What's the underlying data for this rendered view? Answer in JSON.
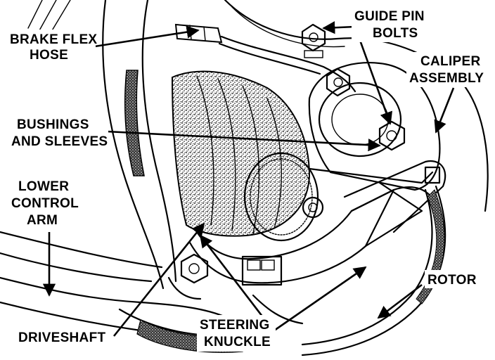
{
  "figure": {
    "labels": {
      "brake_flex_hose": [
        "BRAKE FLEX",
        "HOSE"
      ],
      "bushings_sleeves": [
        "BUSHINGS",
        "AND SLEEVES"
      ],
      "lower_control_arm": [
        "LOWER",
        "CONTROL",
        "ARM"
      ],
      "driveshaft": [
        "DRIVESHAFT"
      ],
      "guide_pin_bolts": [
        "GUIDE PIN",
        "BOLTS"
      ],
      "caliper_assembly": [
        "CALIPER",
        "ASSEMBLY"
      ],
      "rotor": [
        "ROTOR"
      ],
      "steering_knuckle": [
        "STEERING",
        "KNUCKLE"
      ]
    },
    "colors": {
      "ink": "#000000",
      "paper": "#ffffff",
      "stipple": "#555555"
    }
  }
}
